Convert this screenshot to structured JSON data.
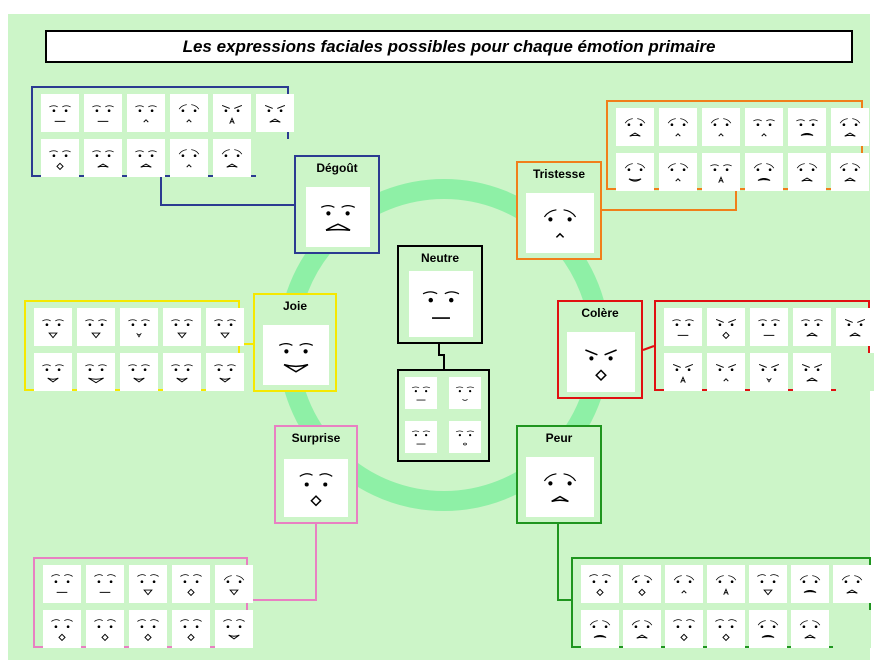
{
  "title": "Les expressions faciales possibles pour chaque émotion primaire",
  "colors": {
    "background": "#ccf5c8",
    "ring": "#8ef0a6",
    "neutre": "#000000",
    "degout": "#2b3b91",
    "tristesse": "#f07f1a",
    "joie": "#f5e800",
    "colere": "#e01010",
    "surprise": "#e880c2",
    "peur": "#1f951f"
  },
  "emotions": {
    "neutre": {
      "label": "Neutre",
      "main": {
        "brows": "flat",
        "mouth": "flat"
      },
      "variants": [
        {
          "brows": "flat",
          "mouth": "flat"
        },
        {
          "brows": "flat",
          "mouth": "smallsmile"
        },
        {
          "brows": "flat",
          "mouth": "flat"
        },
        {
          "brows": "flat",
          "mouth": "smalloval"
        }
      ]
    },
    "degout": {
      "label": "Dégoût",
      "main": {
        "brows": "flat",
        "mouth": "wave"
      },
      "variants": [
        {
          "brows": "flat",
          "mouth": "flat"
        },
        {
          "brows": "flat",
          "mouth": "flat"
        },
        {
          "brows": "flat",
          "mouth": "caret"
        },
        {
          "brows": "sad",
          "mouth": "caret"
        },
        {
          "brows": "angry",
          "mouth": "A"
        },
        {
          "brows": "angry",
          "mouth": "bigcaret"
        },
        {
          "brows": "flat",
          "mouth": "open"
        },
        {
          "brows": "flat",
          "mouth": "bigcaret"
        },
        {
          "brows": "flat",
          "mouth": "bigcaret"
        },
        {
          "brows": "sad",
          "mouth": "caret"
        },
        {
          "brows": "sad",
          "mouth": "bigcaret"
        },
        {
          "empty": true
        }
      ]
    },
    "tristesse": {
      "label": "Tristesse",
      "main": {
        "brows": "sad",
        "mouth": "caret"
      },
      "variants": [
        {
          "brows": "sad",
          "mouth": "bigcaret"
        },
        {
          "brows": "sad",
          "mouth": "caret"
        },
        {
          "brows": "sad",
          "mouth": "caret"
        },
        {
          "brows": "flat",
          "mouth": "caret"
        },
        {
          "brows": "flat",
          "mouth": "wide"
        },
        {
          "brows": "sad",
          "mouth": "bigcaret"
        },
        {
          "brows": "sad",
          "mouth": "frown"
        },
        {
          "brows": "sad",
          "mouth": "caret"
        },
        {
          "brows": "flat",
          "mouth": "A"
        },
        {
          "brows": "sad",
          "mouth": "wide"
        },
        {
          "brows": "sad",
          "mouth": "bigcaret"
        },
        {
          "brows": "sad",
          "mouth": "bigcaret"
        }
      ]
    },
    "joie": {
      "label": "Joie",
      "main": {
        "brows": "flat",
        "mouth": "bigsmile"
      },
      "variants": [
        {
          "brows": "flat",
          "mouth": "grin"
        },
        {
          "brows": "flat",
          "mouth": "grin"
        },
        {
          "brows": "flat",
          "mouth": "v"
        },
        {
          "brows": "flat",
          "mouth": "grin"
        },
        {
          "brows": "flat",
          "mouth": "grin"
        },
        {
          "brows": "flat",
          "mouth": "smile"
        },
        {
          "brows": "flat",
          "mouth": "bigsmile"
        },
        {
          "brows": "flat",
          "mouth": "smile"
        },
        {
          "brows": "flat",
          "mouth": "smile"
        },
        {
          "brows": "flat",
          "mouth": "smile"
        }
      ]
    },
    "colere": {
      "label": "Colère",
      "main": {
        "brows": "angry",
        "mouth": "open"
      },
      "variants": [
        {
          "brows": "flat",
          "mouth": "flat"
        },
        {
          "brows": "angry",
          "mouth": "open"
        },
        {
          "brows": "flat",
          "mouth": "flat"
        },
        {
          "brows": "flat",
          "mouth": "bigcaret"
        },
        {
          "brows": "angry",
          "mouth": "bigcaret"
        },
        {
          "brows": "angry",
          "mouth": "A"
        },
        {
          "brows": "angry",
          "mouth": "caret"
        },
        {
          "brows": "angry",
          "mouth": "v"
        },
        {
          "brows": "angry",
          "mouth": "bigcaret"
        },
        {
          "empty": true
        }
      ]
    },
    "surprise": {
      "label": "Surprise",
      "main": {
        "brows": "raised",
        "mouth": "open"
      },
      "variants": [
        {
          "brows": "raised",
          "mouth": "flat"
        },
        {
          "brows": "raised",
          "mouth": "flat"
        },
        {
          "brows": "raised",
          "mouth": "grin"
        },
        {
          "brows": "raised",
          "mouth": "open"
        },
        {
          "brows": "sad",
          "mouth": "grin"
        },
        {
          "brows": "raised",
          "mouth": "open"
        },
        {
          "brows": "raised",
          "mouth": "open"
        },
        {
          "brows": "raised",
          "mouth": "open"
        },
        {
          "brows": "raised",
          "mouth": "open"
        },
        {
          "brows": "raised",
          "mouth": "smile"
        }
      ]
    },
    "peur": {
      "label": "Peur",
      "main": {
        "brows": "sad",
        "mouth": "bigcaret"
      },
      "variants": [
        {
          "brows": "raised",
          "mouth": "open"
        },
        {
          "brows": "sad",
          "mouth": "open"
        },
        {
          "brows": "sad",
          "mouth": "caret"
        },
        {
          "brows": "sad",
          "mouth": "A"
        },
        {
          "brows": "raised",
          "mouth": "grin"
        },
        {
          "brows": "sad",
          "mouth": "wide"
        },
        {
          "brows": "sad",
          "mouth": "bigcaret"
        },
        {
          "brows": "sad",
          "mouth": "wide"
        },
        {
          "brows": "sad",
          "mouth": "bigcaret"
        },
        {
          "brows": "raised",
          "mouth": "open"
        },
        {
          "brows": "raised",
          "mouth": "open"
        },
        {
          "brows": "sad",
          "mouth": "wide"
        },
        {
          "brows": "sad",
          "mouth": "bigcaret"
        },
        {
          "empty": true
        }
      ]
    }
  }
}
